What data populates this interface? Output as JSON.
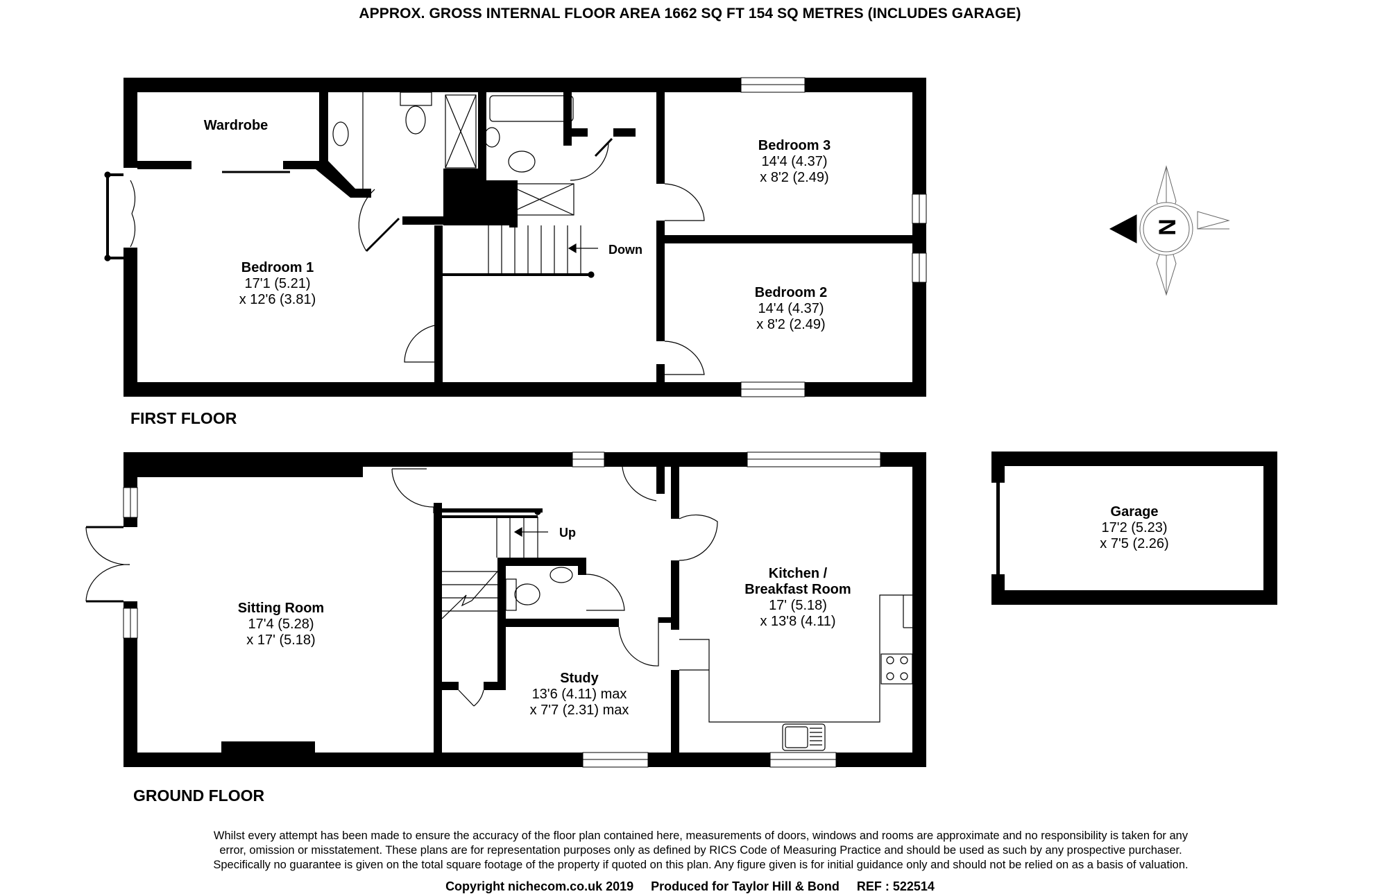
{
  "header": {
    "title": "APPROX. GROSS INTERNAL FLOOR AREA 1662 SQ FT 154 SQ METRES (INCLUDES GARAGE)"
  },
  "floors": {
    "first": {
      "label": "FIRST FLOOR",
      "stair_label": "Down",
      "rooms": [
        {
          "name": "Wardrobe",
          "dims": []
        },
        {
          "name": "Bedroom 1",
          "dims": [
            "17'1 (5.21)",
            "x 12'6 (3.81)"
          ]
        },
        {
          "name": "Bedroom 3",
          "dims": [
            "14'4 (4.37)",
            "x 8'2 (2.49)"
          ]
        },
        {
          "name": "Bedroom 2",
          "dims": [
            "14'4 (4.37)",
            "x 8'2 (2.49)"
          ]
        }
      ]
    },
    "ground": {
      "label": "GROUND FLOOR",
      "stair_label": "Up",
      "rooms": [
        {
          "name": "Sitting Room",
          "dims": [
            "17'4 (5.28)",
            "x 17' (5.18)"
          ]
        },
        {
          "name": "Kitchen /",
          "name2": "Breakfast Room",
          "dims": [
            "17' (5.18)",
            "x 13'8 (4.11)"
          ]
        },
        {
          "name": "Study",
          "dims": [
            "13'6 (4.11) max",
            "x 7'7 (2.31) max"
          ]
        }
      ]
    },
    "garage": {
      "rooms": [
        {
          "name": "Garage",
          "dims": [
            "17'2 (5.23)",
            "x 7'5 (2.26)"
          ]
        }
      ]
    }
  },
  "compass": {
    "letter": "N",
    "icon": "north-compass-icon"
  },
  "footer": {
    "disclaimer": [
      "Whilst every attempt has been made to ensure the accuracy of the floor plan contained here, measurements of doors, windows and rooms are approximate and no responsibility is taken for any",
      "error, omission or misstatement. These plans are for representation purposes only as defined by RICS Code of Measuring Practice and should be used as such by any prospective purchaser.",
      "Specifically no guarantee is given on the total square footage of the property if quoted on this plan. Any figure given is for initial guidance only and should not be relied on as a basis of valuation."
    ],
    "copyright": "Copyright nichecom.co.uk 2019",
    "produced_for": "Produced for Taylor Hill & Bond",
    "ref": "REF : 522514"
  },
  "colors": {
    "wall": "#000000",
    "background": "#ffffff",
    "fixture_line": "#333333"
  }
}
